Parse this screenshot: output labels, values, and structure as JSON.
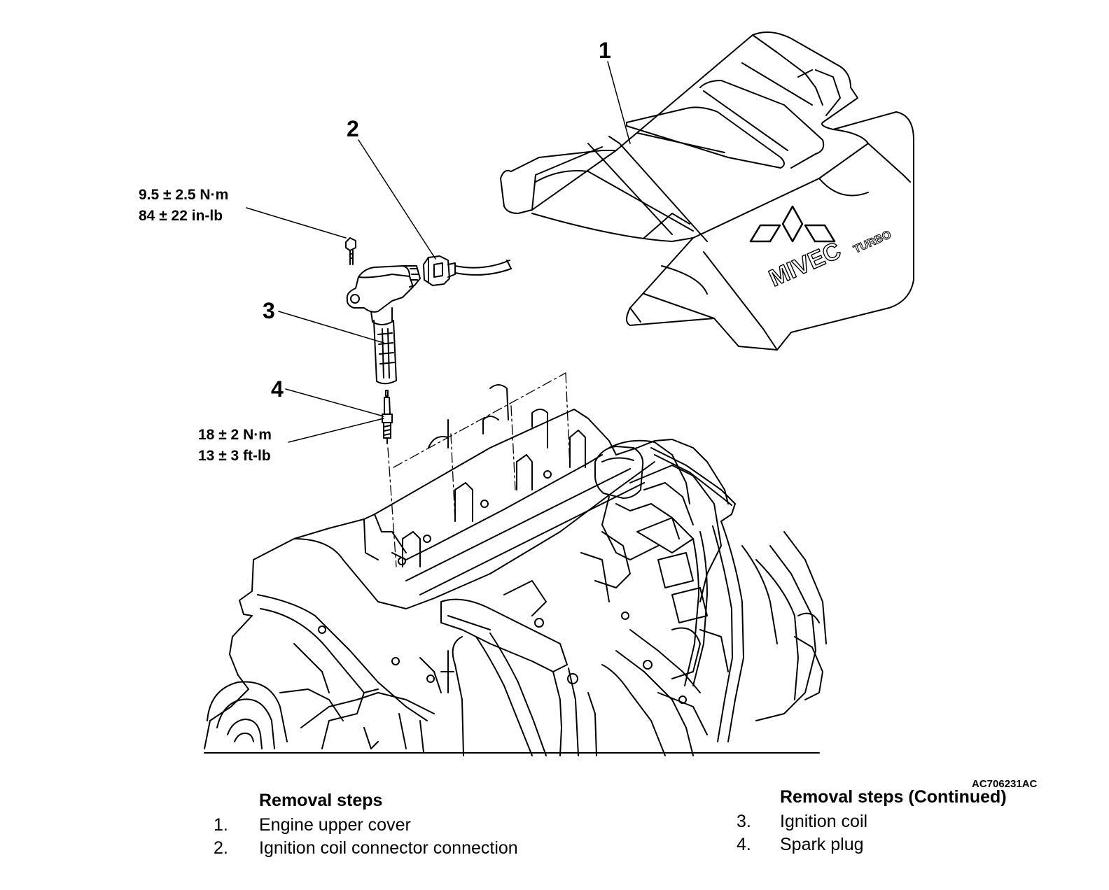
{
  "callouts": {
    "c1": "1",
    "c2": "2",
    "c3": "3",
    "c4": "4"
  },
  "torque": {
    "coil_bolt": {
      "metric": "9.5 ± 2.5 N·m",
      "imperial": "84 ± 22 in-lb"
    },
    "spark_plug": {
      "metric": "18 ± 2 N·m",
      "imperial": "13 ± 3 ft-lb"
    }
  },
  "cover_logo": {
    "brand": "MIVEC",
    "suffix": "TURBO"
  },
  "figure_code": "AC706231AC",
  "removal_steps": {
    "title": "Removal steps",
    "items": [
      {
        "num": "1.",
        "text": "Engine upper cover"
      },
      {
        "num": "2.",
        "text": "Ignition coil connector connection"
      }
    ]
  },
  "removal_steps_continued": {
    "title": "Removal steps (Continued)",
    "items": [
      {
        "num": "3.",
        "text": "Ignition coil"
      },
      {
        "num": "4.",
        "text": "Spark plug"
      }
    ]
  }
}
